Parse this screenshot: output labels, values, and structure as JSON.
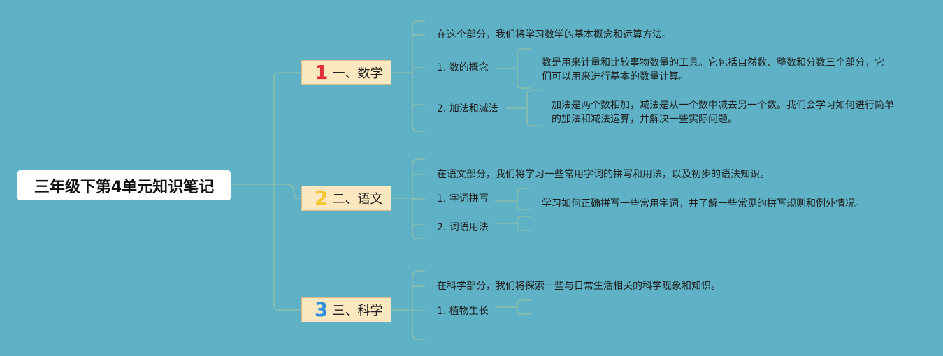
{
  "root": {
    "title": "三年级下第4单元知识笔记"
  },
  "sections": [
    {
      "number": "1",
      "number_color": "#e0303c",
      "label": "一、数学",
      "intro": "在这个部分，我们将学习数学的基本概念和运算方法。",
      "items": [
        {
          "label": "1. 数的概念",
          "detail": "数是用来计量和比较事物数量的工具。它包括自然数、整数和分数三个部分，它们可以用来进行基本的数量计算。"
        },
        {
          "label": "2. 加法和减法",
          "detail": "加法是两个数相加，减法是从一个数中减去另一个数。我们会学习如何进行简单的加法和减法运算，并解决一些实际问题。"
        }
      ]
    },
    {
      "number": "2",
      "number_color": "#f2c531",
      "label": "二、语文",
      "intro": "在语文部分，我们将学习一些常用字词的拼写和用法，以及初步的语法知识。",
      "items": [
        {
          "label": "1. 字词拼写",
          "detail": "学习如何正确拼写一些常用字词，并了解一些常见的拼写规则和例外情况。"
        },
        {
          "label": "2. 词语用法",
          "detail": ""
        }
      ]
    },
    {
      "number": "3",
      "number_color": "#2f8fd8",
      "label": "三、科学",
      "intro": "在科学部分，我们将探索一些与日常生活相关的科学现象和知识。",
      "items": [
        {
          "label": "1. 植物生长",
          "detail": ""
        }
      ]
    }
  ]
}
